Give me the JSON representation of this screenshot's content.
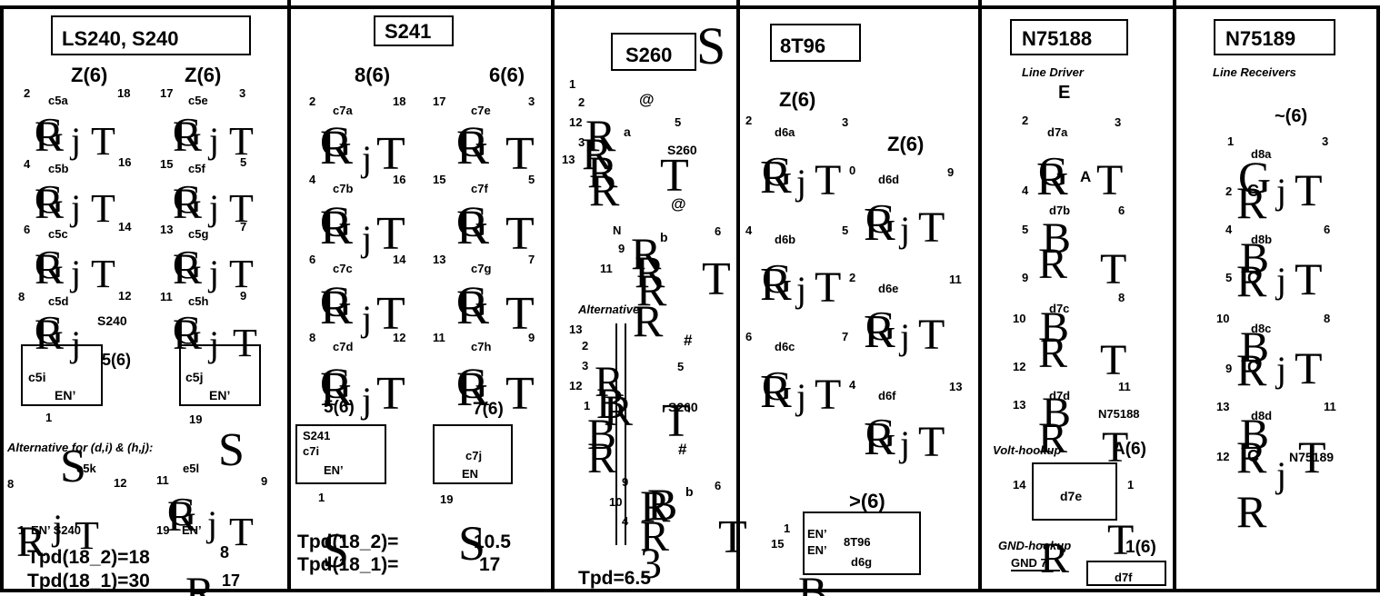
{
  "panels": [
    {
      "title": "LS240,    S240",
      "groups": [
        "Z(6)",
        "Z(6)"
      ],
      "pins": [
        "2",
        "18",
        "17",
        "3",
        "4",
        "16",
        "15",
        "5",
        "6",
        "14",
        "13",
        "7",
        "8",
        "12",
        "11",
        "9"
      ],
      "gates": [
        "c5a",
        "c5e",
        "c5b",
        "c5f",
        "c5c",
        "c5g",
        "c5d",
        "c5h"
      ],
      "chip_label": "S240",
      "enable_group": "5(6)",
      "enable_boxes": [
        "c5i",
        "c5j"
      ],
      "en_labels": [
        "EN’",
        "EN’"
      ],
      "enable_pins": [
        "1",
        "19"
      ],
      "alt_heading": "Alternative for (d,i) & (h,j):",
      "alt_pins": [
        "8",
        "12",
        "11",
        "9",
        "1",
        "19"
      ],
      "alt_gates": [
        "e5k",
        "e5l"
      ],
      "alt_texts": [
        "EN’ S240",
        "EN’"
      ],
      "alt_digits": [
        "8"
      ],
      "timings": [
        "Tpd(18_2)=18",
        "Tpd(18_1)=30"
      ],
      "timing_extra": "17"
    },
    {
      "title": "S241",
      "groups": [
        "8(6)",
        "6(6)"
      ],
      "pins": [
        "2",
        "18",
        "17",
        "3",
        "4",
        "16",
        "15",
        "5",
        "6",
        "14",
        "13",
        "7",
        "8",
        "12",
        "11",
        "9"
      ],
      "gates": [
        "c7a",
        "c7e",
        "c7b",
        "c7f",
        "c7c",
        "c7g",
        "c7d",
        "c7h"
      ],
      "enable_groups": [
        "5(6)",
        "7(6)"
      ],
      "box1": [
        "S241",
        "c7i",
        "EN’"
      ],
      "box2": [
        "c7j",
        "EN"
      ],
      "enable_pins": [
        "1",
        "19"
      ],
      "timings": [
        {
          "label": "Tpd(18_2)=",
          "value": "10.5"
        },
        {
          "label": "Tpd(18_1)=",
          "value": "17"
        }
      ]
    },
    {
      "title": "S260",
      "pins_top": [
        "1",
        "2",
        "12",
        "3",
        "13"
      ],
      "gate_top": "a",
      "pin_top_out": "5",
      "chip_top": "S260",
      "marks": [
        "@",
        "@",
        "#",
        "#"
      ],
      "pins_mid": [
        "N",
        "9",
        "11",
        "6"
      ],
      "gate_mid": "b",
      "alt_heading": "Alternative:",
      "pins_alt": [
        "13",
        "2",
        "3",
        "12",
        "1",
        "5"
      ],
      "chip_alt": "S260",
      "pins_alt2": [
        "9",
        "10",
        "4",
        "6"
      ],
      "gate_alt2": "b",
      "timing": "Tpd=6.5"
    },
    {
      "title": "8T96",
      "groups": [
        "Z(6)",
        "Z(6)"
      ],
      "pins": [
        "2",
        "3",
        "4",
        "5",
        "6",
        "7",
        "9",
        "11",
        "13"
      ],
      "gates": [
        "d6a",
        "d6d",
        "d6b",
        "d6e",
        "d6c",
        "d6f"
      ],
      "pin_digits": [
        "0",
        "2",
        "4"
      ],
      "bottom_group": ">(6)",
      "enable_pins": [
        "1",
        "15"
      ],
      "box": [
        "EN’",
        "EN’",
        "8T96",
        "d6g"
      ]
    },
    {
      "title": "N75188",
      "subtitle": "Line Driver",
      "subtitle2": "E",
      "pins": [
        "2",
        "3",
        "4",
        "6",
        "5",
        "9",
        "8",
        "10",
        "12",
        "11",
        "13",
        "14",
        "1"
      ],
      "gates": [
        "d7a",
        "d7b",
        "d7c",
        "d7d"
      ],
      "gate_mark": "A",
      "chip_label": "N75188",
      "volt_label": "Volt-hookup",
      "volt_group": "A(6)",
      "box_volt": "d7e",
      "gnd_label": "GND-hookup",
      "gnd_group": "1(6)",
      "gnd_text": "GND   7",
      "box_gnd": "d7f"
    },
    {
      "title": "N75189",
      "subtitle": "Line Receivers",
      "group": "~(6)",
      "pins": [
        "1",
        "3",
        "2",
        "4",
        "6",
        "5",
        "10",
        "8",
        "9",
        "13",
        "11",
        "12"
      ],
      "gates": [
        "d8a",
        "d8b",
        "d8c",
        "d8d"
      ],
      "cells": [
        "C",
        "C",
        "C",
        "C"
      ],
      "chip_label": "N75189"
    }
  ]
}
